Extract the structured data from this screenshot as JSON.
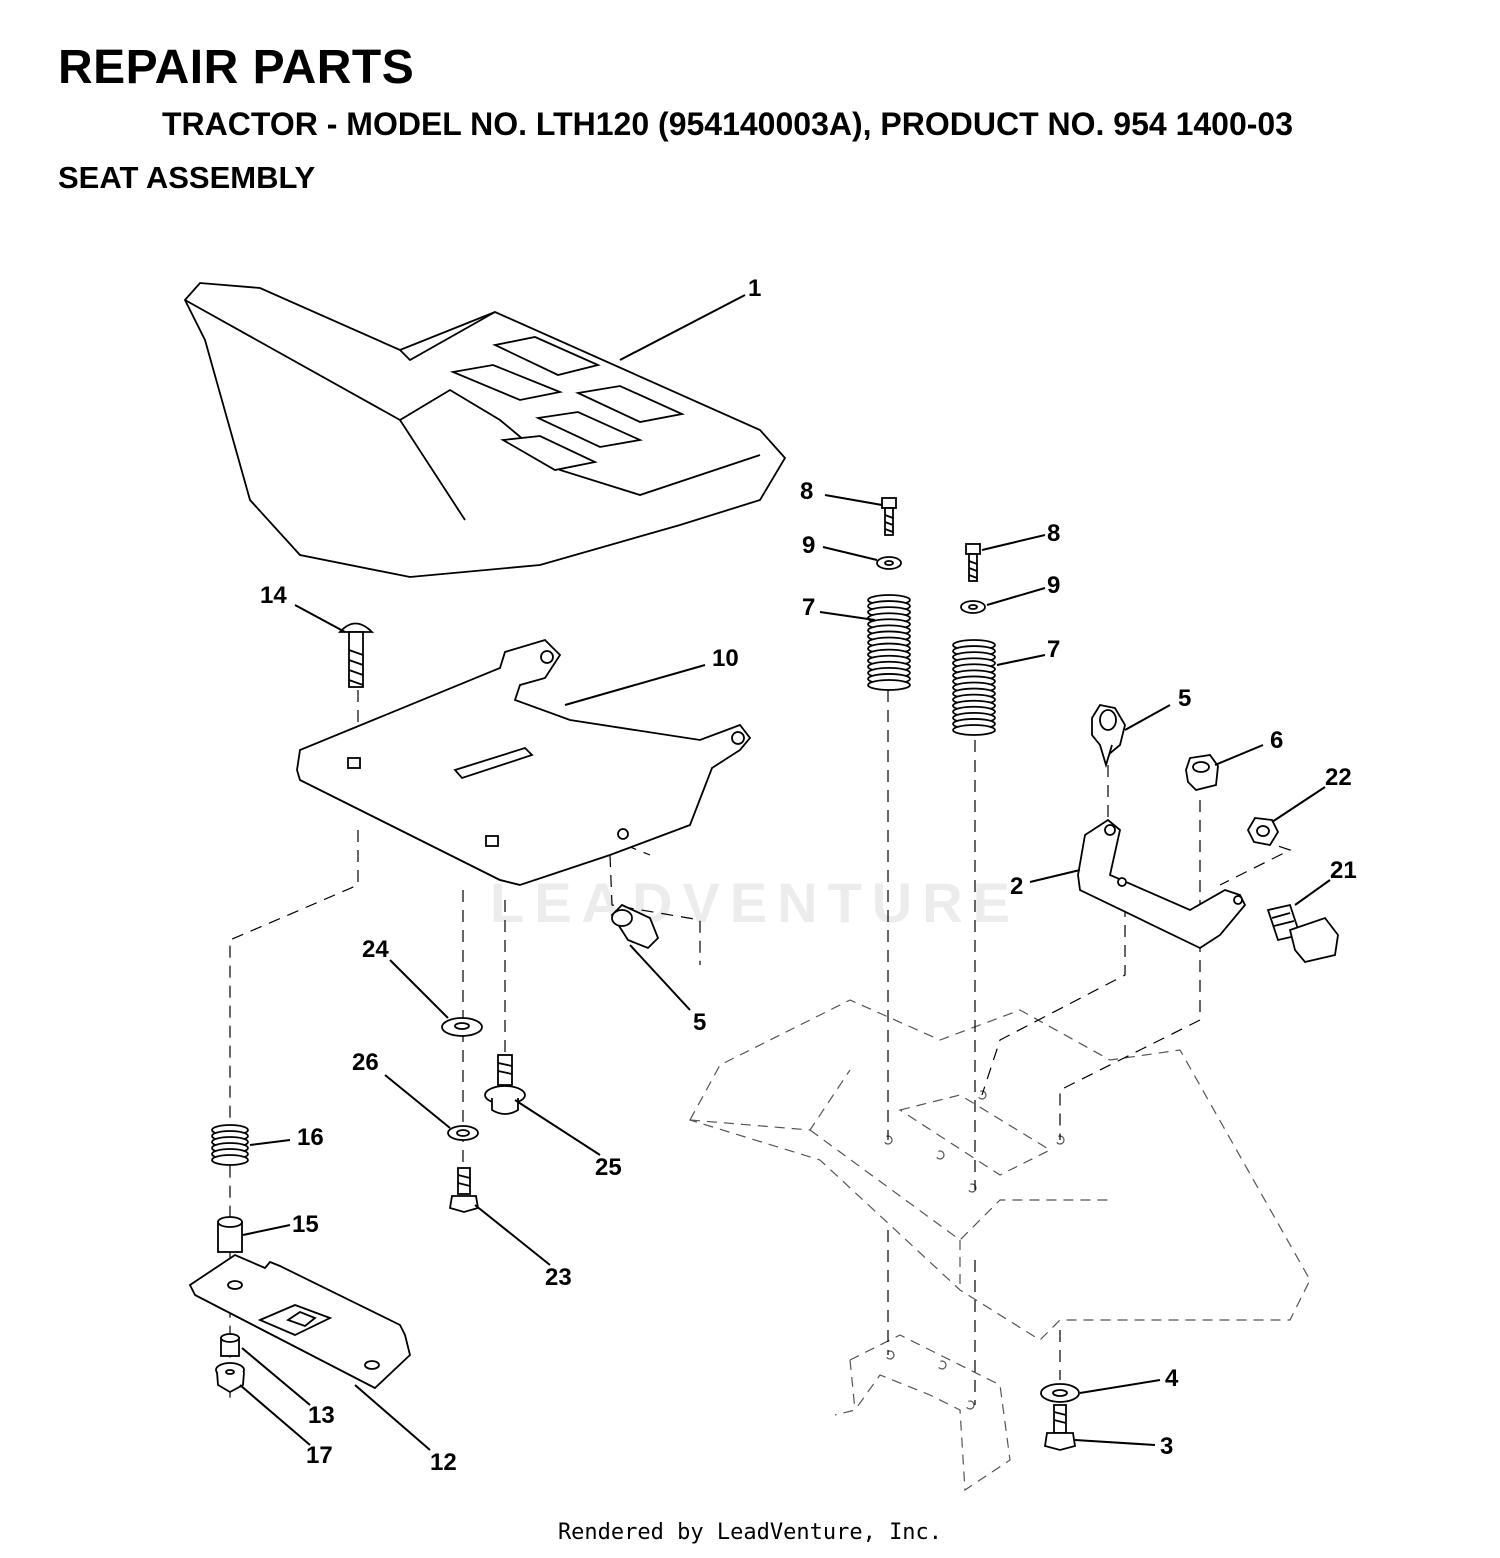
{
  "header": {
    "title": "REPAIR PARTS",
    "subtitle": "TRACTOR - MODEL NO. LTH120 (954140003A), PRODUCT NO. 954 1400-03",
    "section": "SEAT ASSEMBLY"
  },
  "watermark": "LEADVENTURE",
  "footer": "Rendered by LeadVenture, Inc.",
  "callouts": [
    {
      "id": "c1",
      "label": "1"
    },
    {
      "id": "c2",
      "label": "2"
    },
    {
      "id": "c3",
      "label": "3"
    },
    {
      "id": "c4",
      "label": "4"
    },
    {
      "id": "c5a",
      "label": "5"
    },
    {
      "id": "c5b",
      "label": "5"
    },
    {
      "id": "c6",
      "label": "6"
    },
    {
      "id": "c7a",
      "label": "7"
    },
    {
      "id": "c7b",
      "label": "7"
    },
    {
      "id": "c8a",
      "label": "8"
    },
    {
      "id": "c8b",
      "label": "8"
    },
    {
      "id": "c9a",
      "label": "9"
    },
    {
      "id": "c9b",
      "label": "9"
    },
    {
      "id": "c10",
      "label": "10"
    },
    {
      "id": "c12",
      "label": "12"
    },
    {
      "id": "c13",
      "label": "13"
    },
    {
      "id": "c14",
      "label": "14"
    },
    {
      "id": "c15",
      "label": "15"
    },
    {
      "id": "c16",
      "label": "16"
    },
    {
      "id": "c17",
      "label": "17"
    },
    {
      "id": "c21",
      "label": "21"
    },
    {
      "id": "c22",
      "label": "22"
    },
    {
      "id": "c23",
      "label": "23"
    },
    {
      "id": "c24",
      "label": "24"
    },
    {
      "id": "c25",
      "label": "25"
    },
    {
      "id": "c26",
      "label": "26"
    }
  ]
}
